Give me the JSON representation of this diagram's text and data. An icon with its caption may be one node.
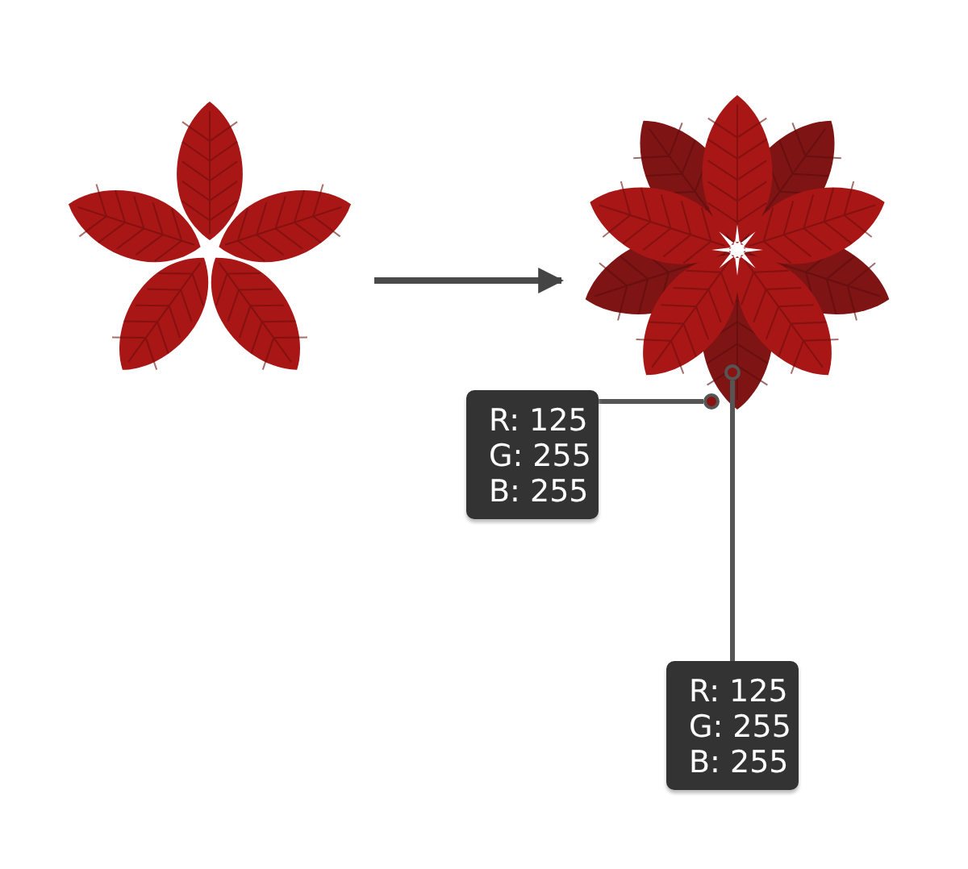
{
  "diagram": {
    "nodes": [
      {
        "text": [],
        "shape": "picture"
      },
      {
        "text": [],
        "shape": "picture"
      },
      {
        "text": [
          "R: 125 G: 255 B: 255"
        ]
      },
      {
        "text": [
          "R: 125 G: 255 B: 255"
        ]
      },
      {
        "text": [],
        "shape": "circle",
        "in": 1
      },
      {
        "text": [],
        "shape": "circle",
        "in": 1
      }
    ],
    "edges": [
      {
        "from": 0,
        "to": 1,
        "arrow": "to"
      },
      {
        "from": 2,
        "to": 4,
        "arrow": "none"
      },
      {
        "from": 3,
        "to": 5,
        "arrow": "none"
      }
    ]
  }
}
